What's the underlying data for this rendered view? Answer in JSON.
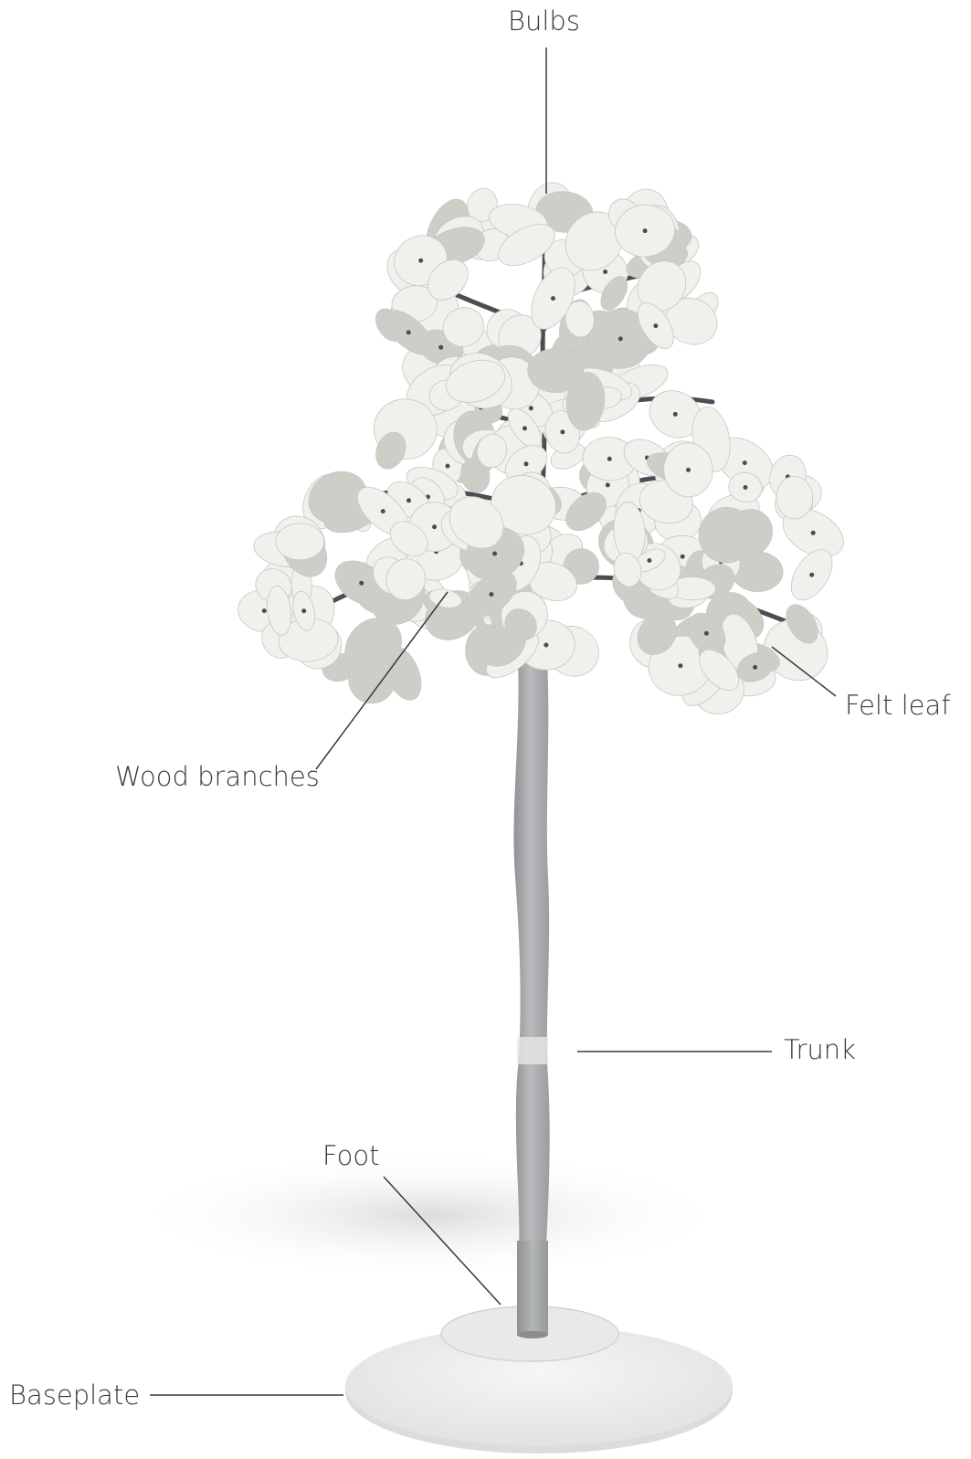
{
  "labels": {
    "bulbs": "Bulbs",
    "felt_leaf": "Felt leaf",
    "wood_branches": "Wood branches",
    "trunk": "Trunk",
    "foot": "Foot",
    "baseplate": "Baseplate"
  },
  "colors": {
    "background": "#ffffff",
    "leaf": "#f1f0ec",
    "leaf_shadow": "#cfcdc7",
    "branch": "#4a4e52",
    "trunk": "#a9acae",
    "baseplate": "#ededed",
    "leader_line": "#3a3a3a",
    "label_text": "#3a3a3a"
  }
}
